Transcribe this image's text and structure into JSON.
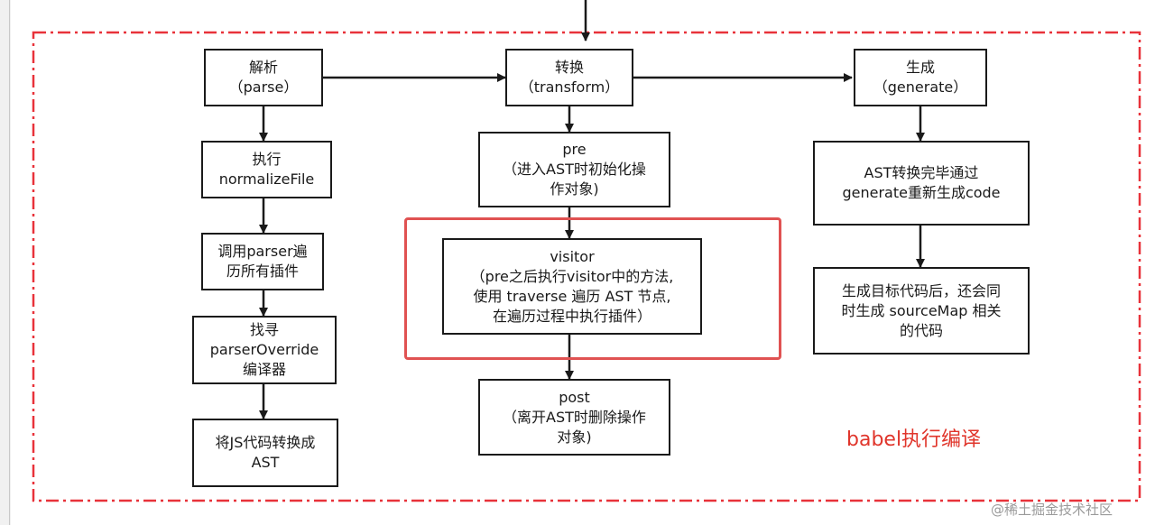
{
  "stages": {
    "parse": {
      "line1": "解析",
      "line2": "（parse）"
    },
    "transform": {
      "line1": "转换",
      "line2": "（transform）"
    },
    "generate": {
      "line1": "生成",
      "line2": "（generate）"
    }
  },
  "parse_steps": {
    "normalize": {
      "line1": "执行",
      "line2": "normalizeFile"
    },
    "plugins": {
      "line1": "调用parser遍",
      "line2": "历所有插件"
    },
    "override": {
      "line1": "找寻",
      "line2": "parserOverride",
      "line3": "编译器"
    },
    "to_ast": {
      "line1": "将JS代码转换成",
      "line2": "AST"
    }
  },
  "transform_steps": {
    "pre": {
      "line1": "pre",
      "line2": "（进入AST时初始化操",
      "line3": "作对象)"
    },
    "visitor": {
      "line1": "visitor",
      "line2": "（pre之后执行visitor中的方法,",
      "line3": "使用 traverse 遍历 AST 节点,",
      "line4": "在遍历过程中执行插件）"
    },
    "post": {
      "line1": "post",
      "line2": "（离开AST时删除操作",
      "line3": "对象)"
    }
  },
  "generate_steps": {
    "code": {
      "line1": "AST转换完毕通过",
      "line2": "generate重新生成code"
    },
    "sourcemap": {
      "line1": "生成目标代码后，还会同",
      "line2": "时生成 sourceMap 相关",
      "line3": "的代码"
    }
  },
  "caption": "babel执行编译",
  "watermark": "@稀土掘金技术社区",
  "colors": {
    "dashed_frame": "#e8323a",
    "highlight_frame": "#e05252",
    "caption": "#e0352b",
    "box_border": "#1a1a1a"
  }
}
